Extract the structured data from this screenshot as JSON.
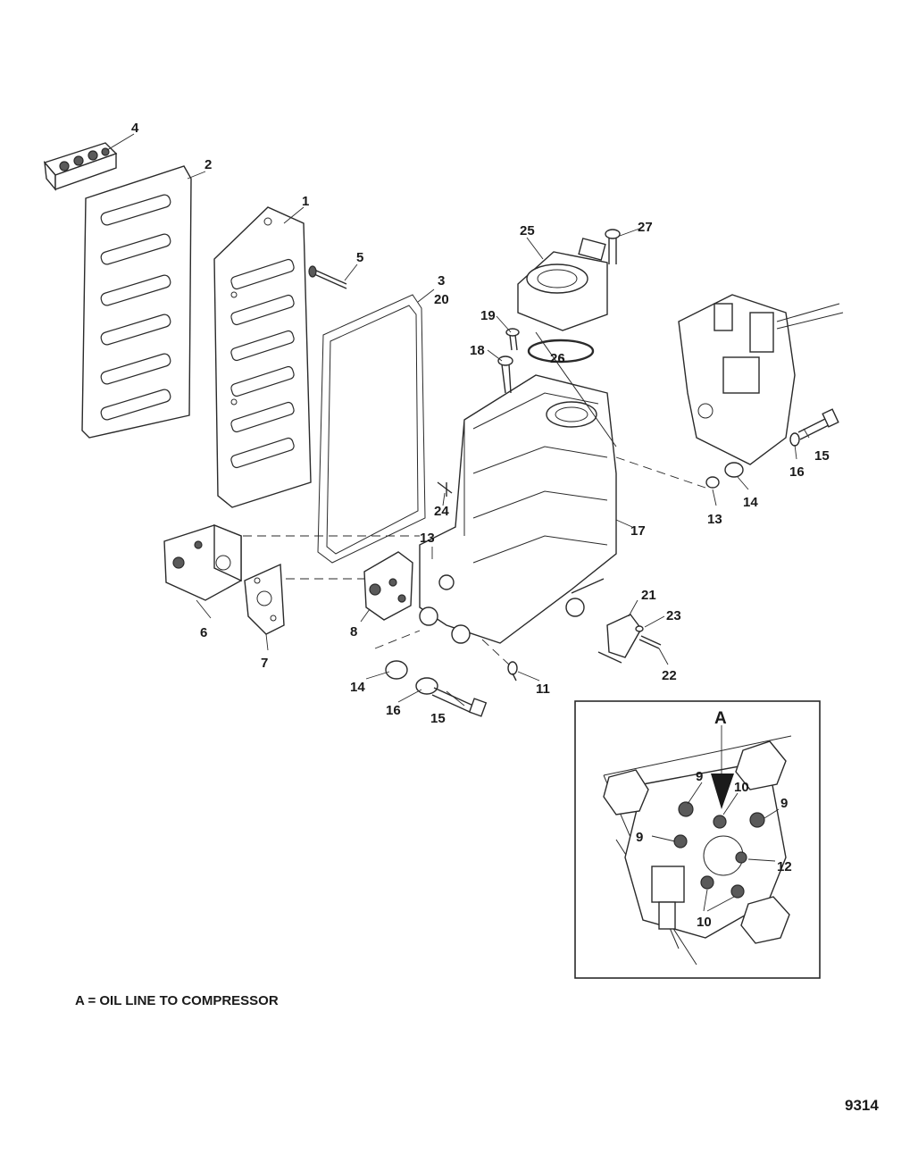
{
  "callouts": {
    "c1": "1",
    "c2": "2",
    "c3": "3",
    "c4": "4",
    "c5": "5",
    "c6": "6",
    "c7": "7",
    "c8": "8",
    "c11": "11",
    "c13a": "13",
    "c13b": "13",
    "c14a": "14",
    "c14b": "14",
    "c15a": "15",
    "c15b": "15",
    "c16a": "16",
    "c16b": "16",
    "c17": "17",
    "c18": "18",
    "c19": "19",
    "c20": "20",
    "c21": "21",
    "c22": "22",
    "c23": "23",
    "c24": "24",
    "c25": "25",
    "c26": "26",
    "c27": "27"
  },
  "inset": {
    "letter": "A",
    "c9a": "9",
    "c9b": "9",
    "c9c": "9",
    "c10a": "10",
    "c10b": "10",
    "c12": "12"
  },
  "caption": "A = OIL LINE TO COMPRESSOR",
  "page_number": "9314"
}
